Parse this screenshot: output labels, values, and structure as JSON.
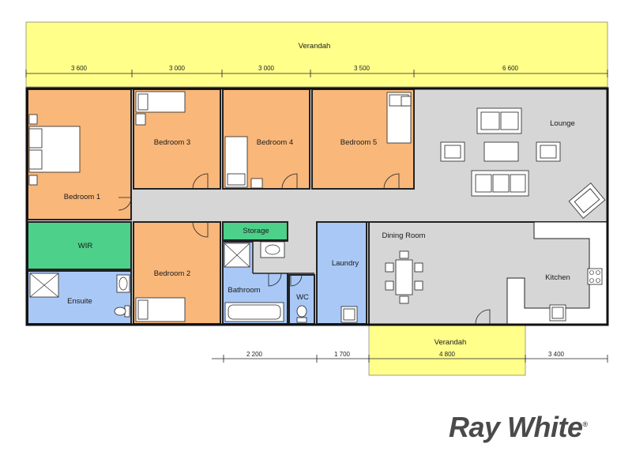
{
  "verandah": {
    "top_label": "Verandah",
    "bottom_label": "Verandah"
  },
  "dimensions": {
    "top": [
      "3 600",
      "3 000",
      "3 000",
      "3 500",
      "6 600"
    ],
    "bottom": [
      "2 200",
      "1 700",
      "4 800",
      "3 400"
    ]
  },
  "rooms": {
    "bedroom1": "Bedroom 1",
    "bedroom2": "Bedroom 2",
    "bedroom3": "Bedroom 3",
    "bedroom4": "Bedroom 4",
    "bedroom5": "Bedroom 5",
    "wir": "WIR",
    "ensuite": "Ensuite",
    "storage": "Storage",
    "bathroom": "Bathroom",
    "wc": "WC",
    "laundry": "Laundry",
    "lounge": "Lounge",
    "dining": "Dining Room",
    "kitchen": "Kitchen"
  },
  "colors": {
    "bedroom": "#f9b77a",
    "wet": "#a9c8f5",
    "storage": "#4dd08a",
    "common": "#d6d6d6",
    "verandah": "#ffff8a"
  },
  "brand": {
    "name": "Ray White",
    "mark": "®"
  }
}
